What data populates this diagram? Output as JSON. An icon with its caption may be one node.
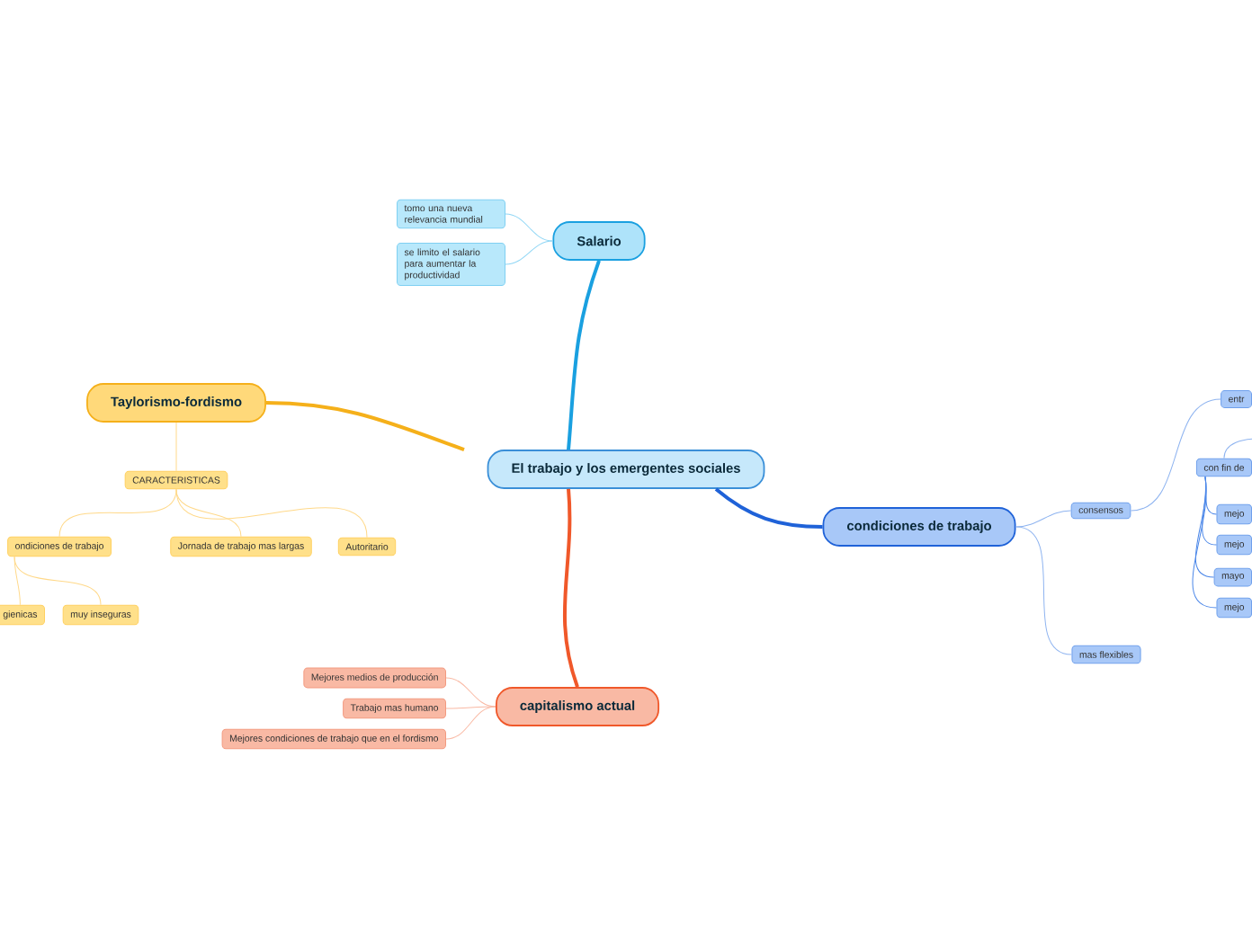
{
  "diagram": {
    "nodes": [
      {
        "text": [
          "El trabajo y los emergentes sociales"
        ]
      },
      {
        "text": [
          "Salario"
        ]
      },
      {
        "text": [
          "tomo una nueva relevancia mundial"
        ]
      },
      {
        "text": [
          "se limito el salario para aumentar la productividad"
        ]
      },
      {
        "text": [
          "Taylorismo-fordismo"
        ]
      },
      {
        "text": [
          "CARACTERISTICAS"
        ]
      },
      {
        "text": [
          "ondiciones de trabajo"
        ]
      },
      {
        "text": [
          "Jornada de trabajo mas largas"
        ]
      },
      {
        "text": [
          "Autoritario"
        ]
      },
      {
        "text": [
          "gienicas"
        ]
      },
      {
        "text": [
          "muy inseguras"
        ]
      },
      {
        "text": [
          "condiciones de trabajo"
        ]
      },
      {
        "text": [
          "consensos"
        ]
      },
      {
        "text": [
          "entr"
        ]
      },
      {
        "text": [
          "con fin de"
        ]
      },
      {
        "text": [
          "mejo"
        ]
      },
      {
        "text": [
          "mejo"
        ]
      },
      {
        "text": [
          "mayo"
        ]
      },
      {
        "text": [
          "mejo"
        ]
      },
      {
        "text": [
          "mas flexibles"
        ]
      },
      {
        "text": [
          "capitalismo actual"
        ]
      },
      {
        "text": [
          "Mejores medios de producción"
        ]
      },
      {
        "text": [
          "Trabajo mas humano"
        ]
      },
      {
        "text": [
          "Mejores condiciones de trabajo que en el fordismo"
        ]
      }
    ],
    "edges": [
      {
        "from": 0,
        "to": 1,
        "arrow": "none",
        "style": "thick",
        "color": "#1aa0e0"
      },
      {
        "from": 1,
        "to": 2,
        "arrow": "none",
        "color": "#8fd6f5"
      },
      {
        "from": 1,
        "to": 3,
        "arrow": "none",
        "color": "#8fd6f5"
      },
      {
        "from": 0,
        "to": 4,
        "arrow": "none",
        "style": "thick",
        "color": "#f5b01a"
      },
      {
        "from": 4,
        "to": 5,
        "arrow": "none",
        "color": "#ffd98a"
      },
      {
        "from": 5,
        "to": 6,
        "arrow": "none",
        "color": "#ffd98a"
      },
      {
        "from": 5,
        "to": 7,
        "arrow": "none",
        "color": "#ffd98a"
      },
      {
        "from": 5,
        "to": 8,
        "arrow": "none",
        "color": "#ffd98a"
      },
      {
        "from": 6,
        "to": 9,
        "arrow": "none",
        "color": "#ffd98a"
      },
      {
        "from": 6,
        "to": 10,
        "arrow": "none",
        "color": "#ffd98a"
      },
      {
        "from": 0,
        "to": 11,
        "arrow": "none",
        "style": "thick",
        "color": "#1f62d8"
      },
      {
        "from": 11,
        "to": 12,
        "arrow": "none",
        "color": "#8fb4f0"
      },
      {
        "from": 11,
        "to": 19,
        "arrow": "none",
        "color": "#8fb4f0"
      },
      {
        "from": 12,
        "to": 13,
        "arrow": "none",
        "color": "#8fb4f0"
      },
      {
        "from": 14,
        "to": null,
        "arrow": "none",
        "color": "#8fb4f0"
      },
      {
        "from": 14,
        "to": 15,
        "arrow": "none",
        "color": "#4a86e8"
      },
      {
        "from": 14,
        "to": 16,
        "arrow": "none",
        "color": "#4a86e8"
      },
      {
        "from": 14,
        "to": 17,
        "arrow": "none",
        "color": "#4a86e8"
      },
      {
        "from": 14,
        "to": 18,
        "arrow": "none",
        "color": "#4a86e8"
      },
      {
        "from": 0,
        "to": 20,
        "arrow": "none",
        "style": "thick",
        "color": "#f0582a"
      },
      {
        "from": 20,
        "to": 21,
        "arrow": "none",
        "color": "#f9b9a4"
      },
      {
        "from": 20,
        "to": 22,
        "arrow": "none",
        "color": "#f9b9a4"
      },
      {
        "from": 20,
        "to": 23,
        "arrow": "none",
        "color": "#f9b9a4"
      }
    ]
  }
}
